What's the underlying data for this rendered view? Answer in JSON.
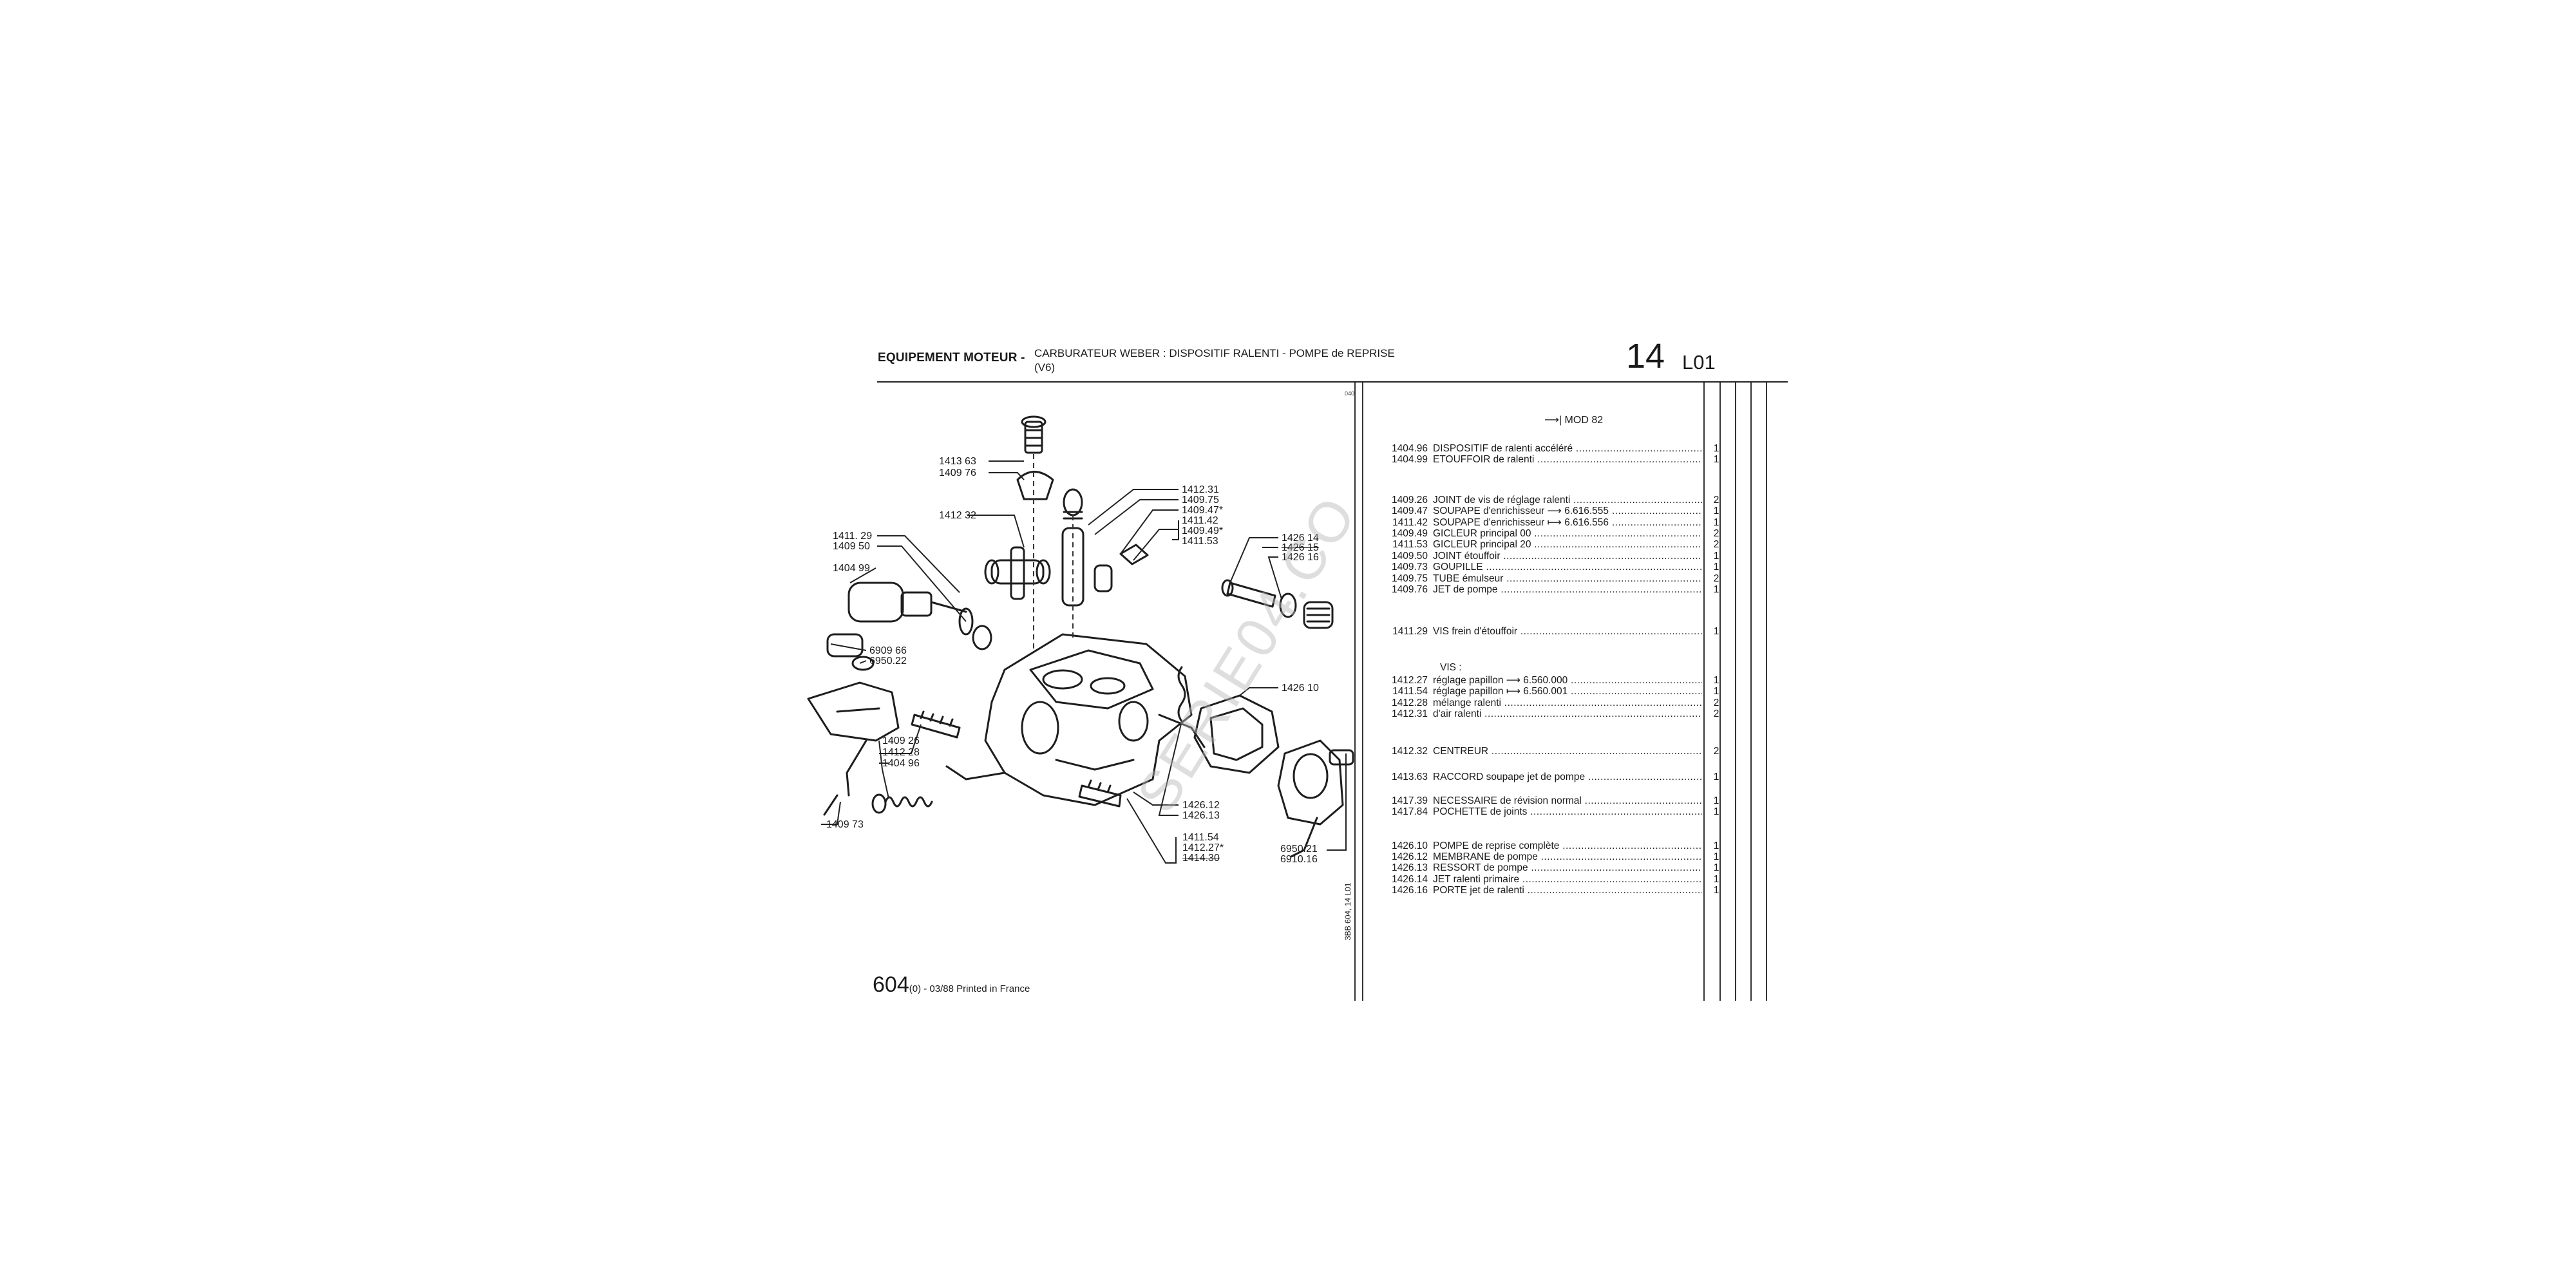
{
  "header": {
    "section": "EQUIPEMENT MOTEUR -",
    "title_line1": "CARBURATEUR WEBER : DISPOSITIF RALENTI - POMPE de REPRISE",
    "title_line2": "(V6)",
    "group_number": "14",
    "sub_group": "L01"
  },
  "diagram_labels": {
    "l1": "1413 63",
    "l2": "1409 76",
    "l3": "1412 32",
    "l4": "1411. 29",
    "l5": "1409 50",
    "l6": "1404 99",
    "l7": "6909 66",
    "l8": "6950.22",
    "l9": "1409 26",
    "l10": "1412 28",
    "l11": "1404 96",
    "l12": "1409 73",
    "l13": "1412.31",
    "l14": "1409.75",
    "l15": "1409.47*",
    "l16": "1411.42",
    "l17": "1409.49*",
    "l18": "1411.53",
    "l19": "1426 14",
    "l20": "1426 15",
    "l21": "1426 16",
    "l22": "1426 10",
    "l23": "1426.12",
    "l24": "1426.13",
    "l25": "1411.54",
    "l26": "1412.27*",
    "l27": "1414.30",
    "l28": "6950.21",
    "l29": "6910.16"
  },
  "side_code": "3BB 604, 14 L01",
  "tick_top": "040",
  "watermark": "SERIE04.CO",
  "parts_list": {
    "mod_note": "MOD 82",
    "vis_heading": "VIS :",
    "rows": [
      {
        "ref": "1404.96",
        "desc": "DISPOSITIF de ralenti accéléré",
        "qty": "1"
      },
      {
        "ref": "1404.99",
        "desc": "ETOUFFOIR de ralenti",
        "qty": "1"
      },
      {
        "ref": "1409.26",
        "desc": "JOINT de vis de réglage ralenti",
        "qty": "2"
      },
      {
        "ref": "1409.47",
        "desc": "SOUPAPE d'enrichisseur ⟶ 6.616.555",
        "qty": "1"
      },
      {
        "ref": "1411.42",
        "desc": "SOUPAPE d'enrichisseur ⟼ 6.616.556",
        "qty": "1"
      },
      {
        "ref": "1409.49",
        "desc": "GICLEUR principal 00",
        "qty": "2"
      },
      {
        "ref": "1411.53",
        "desc": "GICLEUR principal 20",
        "qty": "2"
      },
      {
        "ref": "1409.50",
        "desc": "JOINT étouffoir",
        "qty": "1"
      },
      {
        "ref": "1409.73",
        "desc": "GOUPILLE",
        "qty": "1"
      },
      {
        "ref": "1409.75",
        "desc": "TUBE émulseur",
        "qty": "2"
      },
      {
        "ref": "1409.76",
        "desc": "JET de pompe",
        "qty": "1"
      },
      {
        "ref": "1411.29",
        "desc": "VIS frein d'étouffoir",
        "qty": "1"
      },
      {
        "ref": "1412.27",
        "desc": "réglage papillon ⟶ 6.560.000",
        "qty": "1"
      },
      {
        "ref": "1411.54",
        "desc": "réglage papillon ⟼ 6.560.001",
        "qty": "1"
      },
      {
        "ref": "1412.28",
        "desc": "mélange ralenti",
        "qty": "2"
      },
      {
        "ref": "1412.31",
        "desc": "d'air ralenti",
        "qty": "2"
      },
      {
        "ref": "1412.32",
        "desc": "CENTREUR",
        "qty": "2"
      },
      {
        "ref": "1413.63",
        "desc": "RACCORD soupape jet de pompe",
        "qty": "1"
      },
      {
        "ref": "1417.39",
        "desc": "NECESSAIRE de révision normal",
        "qty": "1"
      },
      {
        "ref": "1417.84",
        "desc": "POCHETTE de joints",
        "qty": "1"
      },
      {
        "ref": "1426.10",
        "desc": "POMPE de reprise complète",
        "qty": "1"
      },
      {
        "ref": "1426.12",
        "desc": "MEMBRANE de pompe",
        "qty": "1"
      },
      {
        "ref": "1426.13",
        "desc": "RESSORT de pompe",
        "qty": "1"
      },
      {
        "ref": "1426.14",
        "desc": "JET ralenti primaire",
        "qty": "1"
      },
      {
        "ref": "1426.16",
        "desc": "PORTE jet de ralenti",
        "qty": "1"
      }
    ]
  },
  "footer": {
    "model": "604",
    "edition": "(0) - 03/88 Printed in France"
  }
}
